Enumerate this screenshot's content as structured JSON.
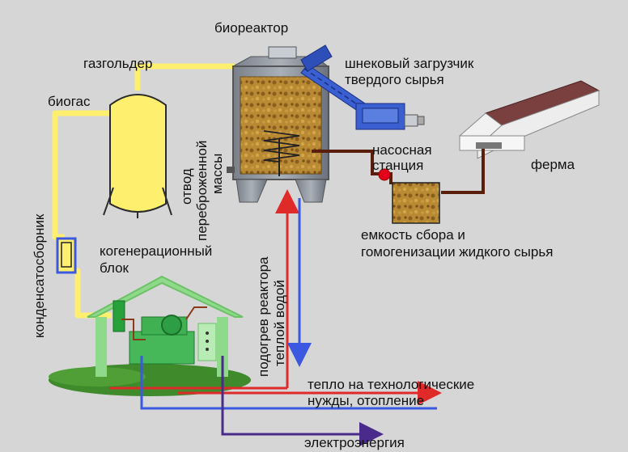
{
  "labels": {
    "bioreactor": "биореактор",
    "gasholder": "газгольдер",
    "screw_loader_line1": "шнековый загрузчик",
    "screw_loader_line2": "твердого сырья",
    "biogas": "биогас",
    "pump_station_line1": "насосная",
    "pump_station_line2": "станция",
    "farm": "ферма",
    "tank_line1": "емкость сбора и",
    "tank_line2": "гомогенизации жидкого сырья",
    "drain_line1": "отвод",
    "drain_line2": "переброженной",
    "drain_line3": "массы",
    "condensate": "конденсатосборник",
    "cogen_line1": "когенерационный",
    "cogen_line2": "блок",
    "heating_line1": "подогрев реактора",
    "heating_line2": "теплой водой",
    "heat_line1": "тепло на технологические",
    "heat_line2": "нужды, отопление",
    "electricity": "электроэнергия"
  },
  "colors": {
    "background": "#d6d6d6",
    "biogas_pipe": "#ffef6e",
    "gas_tank": "#ffef6e",
    "reactor_body": "#8e949e",
    "reactor_fill": "#b88a34",
    "cogen_house": "#8fd98a",
    "grass": "#3f8a2b",
    "hot_water": "#e02a2a",
    "cold_water": "#3a58e0",
    "electricity": "#4a2a8a",
    "farm_roof": "#7a4040",
    "pump": "#e3001b",
    "slurry_pipe": "#6a2a10"
  }
}
